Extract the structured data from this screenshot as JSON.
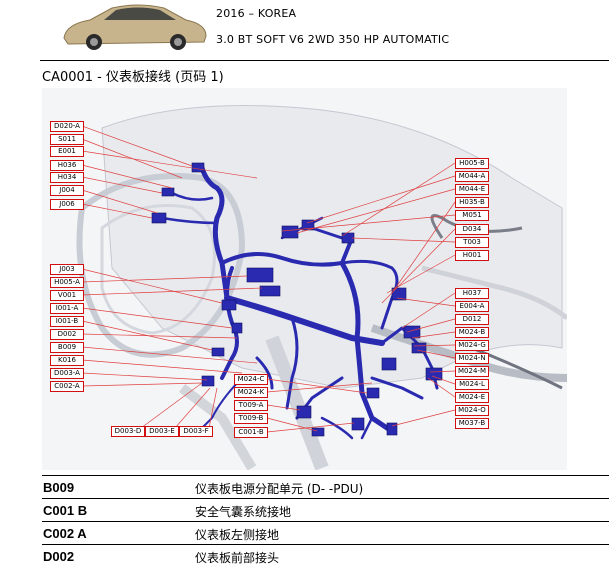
{
  "header": {
    "year_market": "2016 – KOREA",
    "engine_spec": "3.0 BT SOFT V6 2WD 350 HP AUTOMATIC"
  },
  "section": {
    "title": "CA0001 - 仪表板接线 (页码 1)"
  },
  "diagram": {
    "left_labels": [
      "D020-A",
      "S011",
      "E001",
      "H036",
      "H034",
      "J004",
      "J006",
      "J003",
      "H005-A",
      "V001",
      "I001-A",
      "I001-B",
      "D002",
      "B009",
      "K016",
      "D003-A",
      "C002-A"
    ],
    "right_labels": [
      "H005-B",
      "M044-A",
      "M044-E",
      "H035-B",
      "M051",
      "D034",
      "T003",
      "H001",
      "H037",
      "E004-A",
      "D012",
      "M024-B",
      "M024-G",
      "M024-N",
      "M024-M",
      "M024-L",
      "M024-E",
      "M024-O",
      "M037-B"
    ],
    "bottom_left_labels": [
      "D003-D",
      "D003-E",
      "D003-F"
    ],
    "bottom_mid_labels": [
      "M024-C",
      "M024-K",
      "T009-A",
      "T009-B",
      "C001-B"
    ]
  },
  "table": {
    "rows": [
      {
        "code": "B009",
        "desc": "仪表板电源分配单元 (D- -PDU)"
      },
      {
        "code": "C001 B",
        "desc": "安全气囊系统接地"
      },
      {
        "code": "C002 A",
        "desc": "仪表板左侧接地"
      },
      {
        "code": "D002",
        "desc": "仪表板前部接头"
      }
    ]
  },
  "colors": {
    "harness": "#2a2ab0",
    "tag_border": "#d01010",
    "leader": "#e04040"
  }
}
